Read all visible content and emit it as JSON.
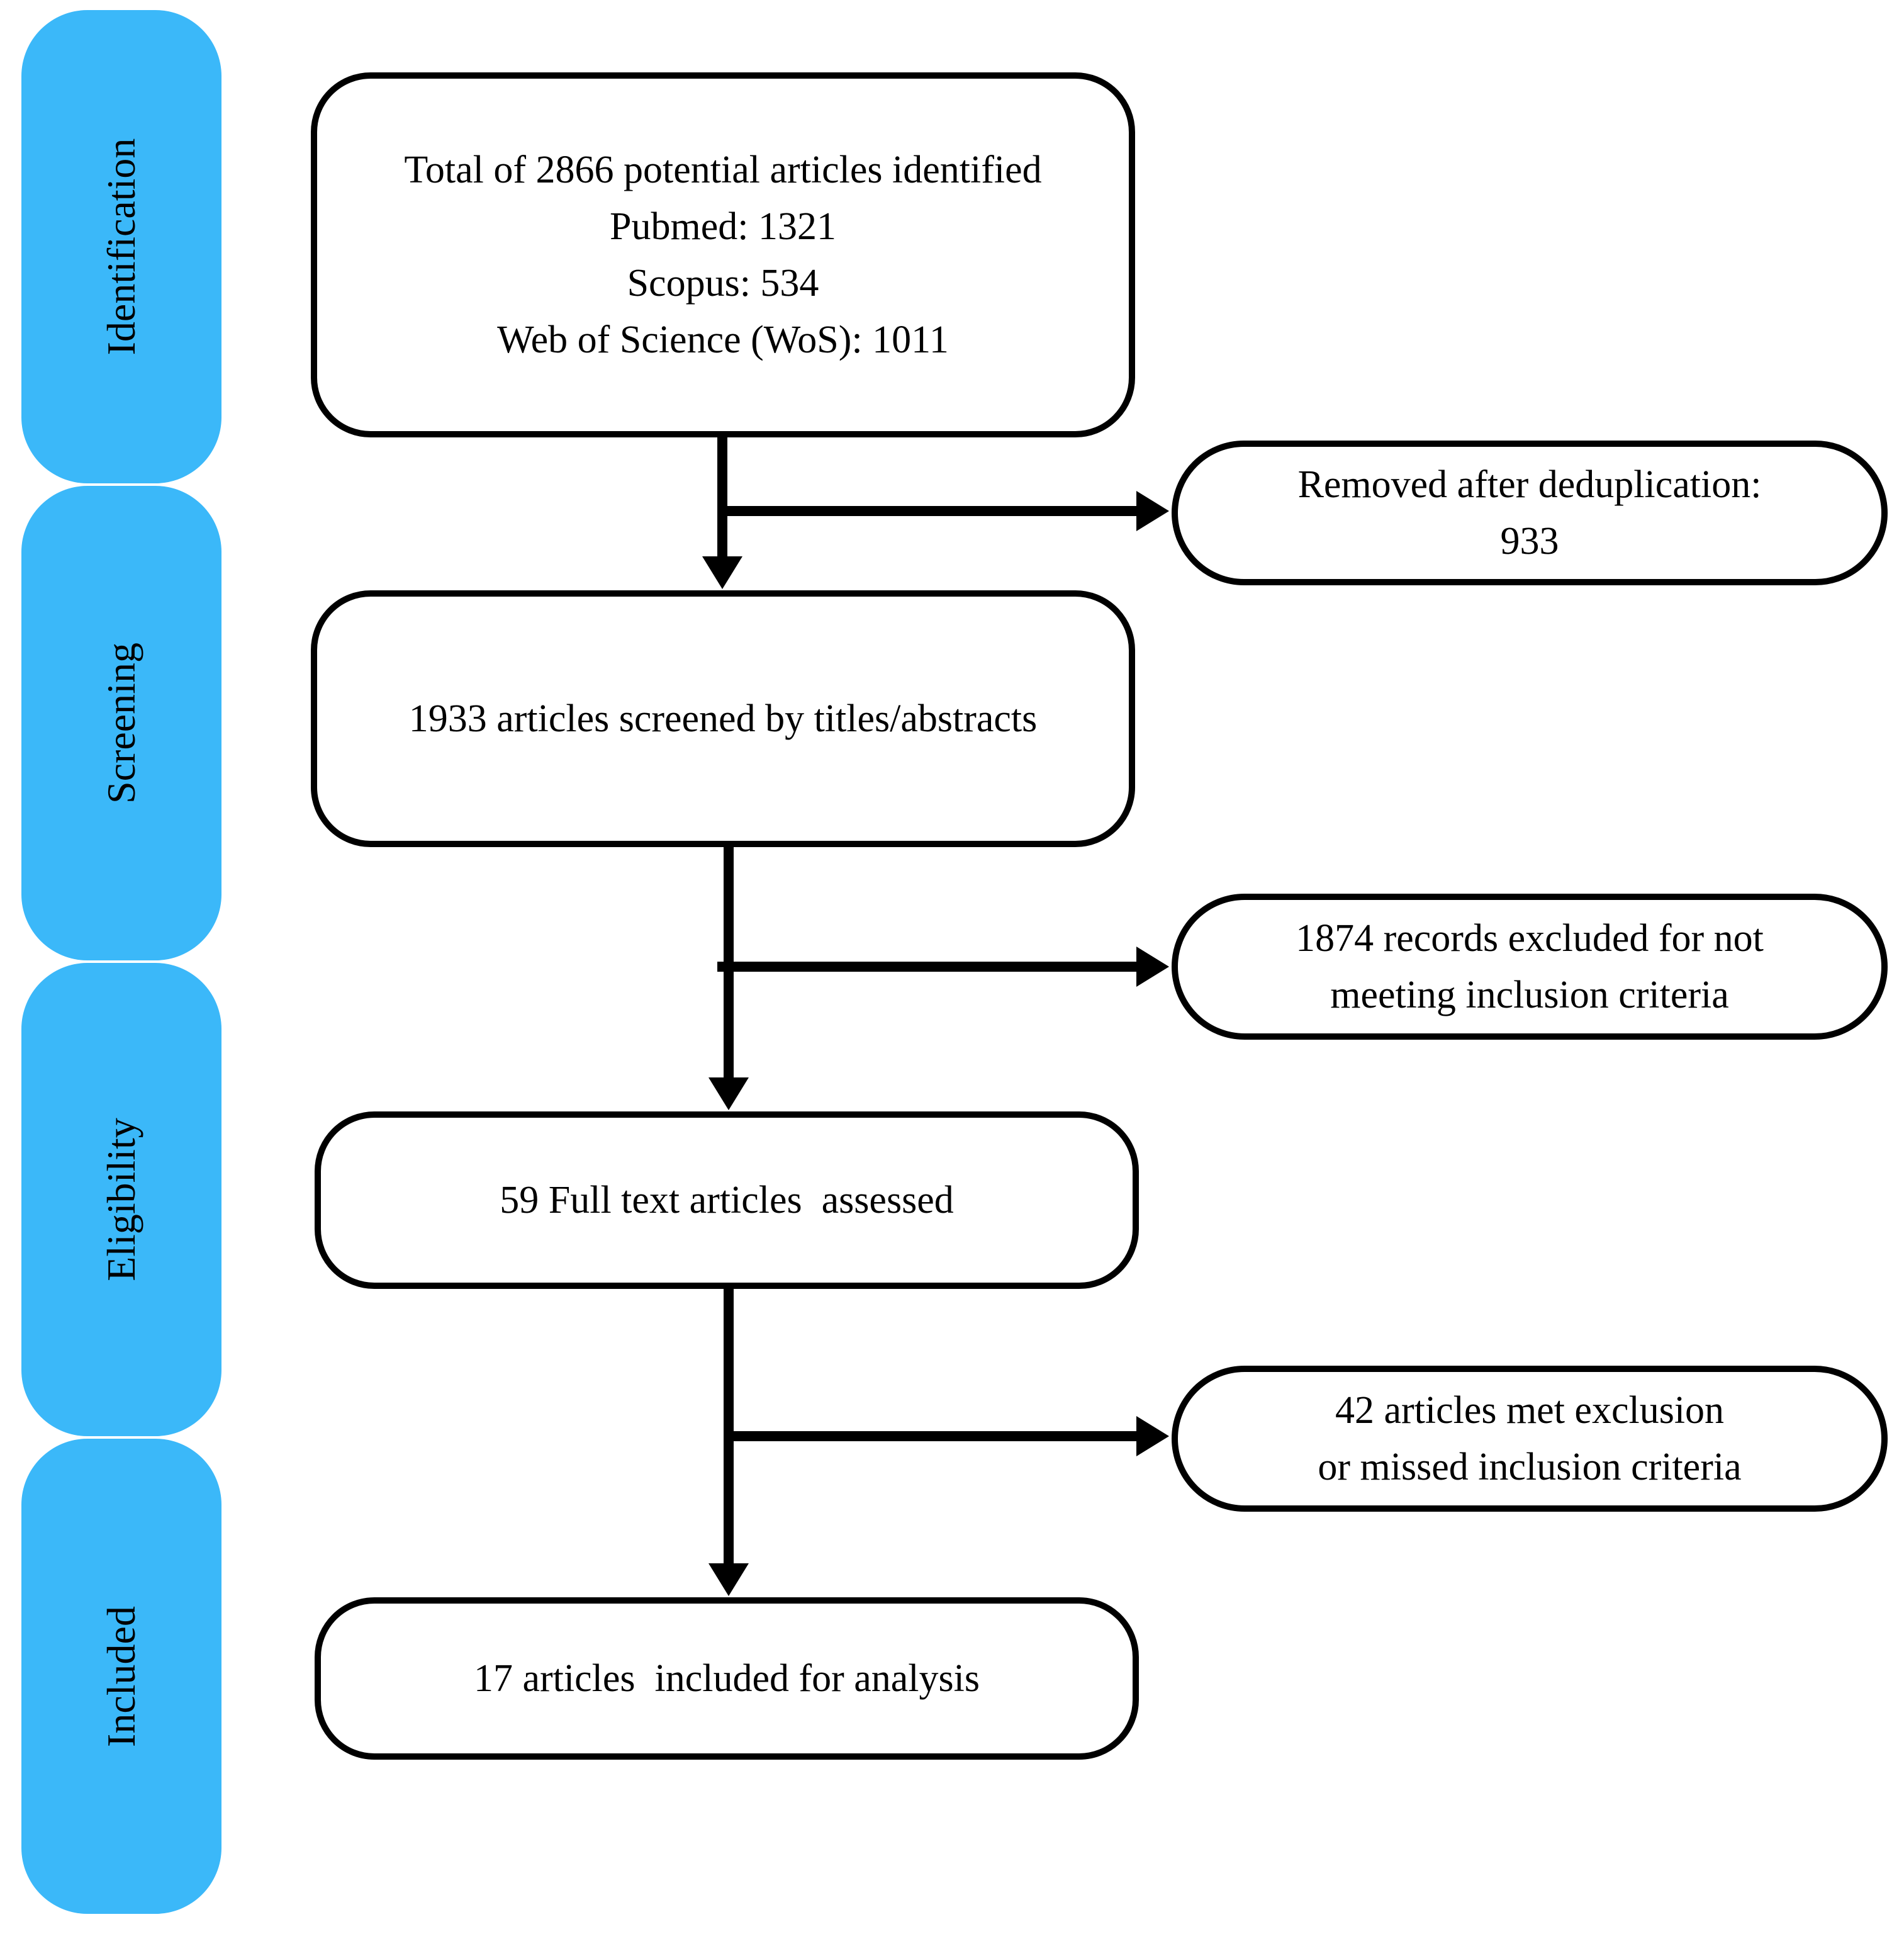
{
  "phases": {
    "identification": "Identification",
    "screening": "Screening",
    "eligibility": "Eligibility",
    "included": "Included"
  },
  "boxes": {
    "identified": {
      "line1": "Total of 2866 potential articles identified",
      "line2": "Pubmed: 1321",
      "line3": "Scopus: 534",
      "line4": "Web of Science (WoS): 1011"
    },
    "removed": {
      "line1": "Removed after deduplication:",
      "line2": "933"
    },
    "screened": {
      "line1": "1933 articles screened by titles/abstracts"
    },
    "excluded_screening": {
      "line1": "1874 records excluded for not",
      "line2": "meeting inclusion criteria"
    },
    "full_text": {
      "line1": "59 Full text articles  assessed"
    },
    "excluded_full_text": {
      "line1": "42 articles met exclusion",
      "line2": "or missed inclusion criteria"
    },
    "included": {
      "line1": "17 articles  included for analysis"
    }
  },
  "colors": {
    "phase_fill": "#3bb8f9",
    "stroke": "#000000"
  }
}
